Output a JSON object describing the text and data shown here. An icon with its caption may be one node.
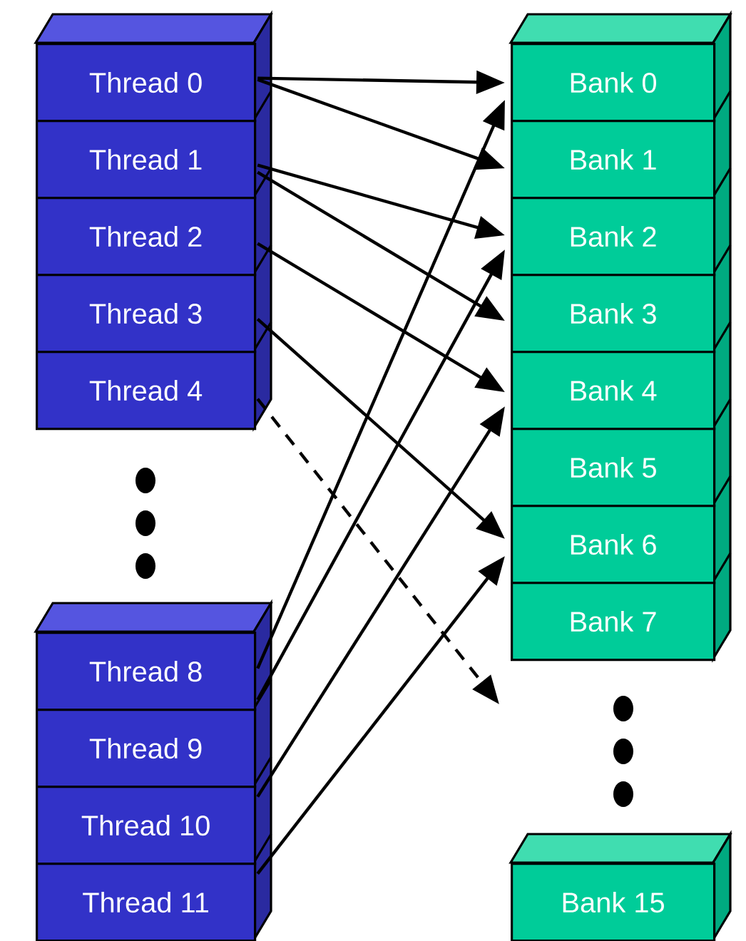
{
  "diagram": {
    "nodes": [
      {
        "text": [
          "Thread 0"
        ]
      },
      {
        "text": [
          "Thread 1"
        ]
      },
      {
        "text": [
          "Thread 2"
        ]
      },
      {
        "text": [
          "Thread 3"
        ]
      },
      {
        "text": [
          "Thread 4"
        ]
      },
      {
        "text": [
          "Thread 8"
        ]
      },
      {
        "text": [
          "Thread 9"
        ]
      },
      {
        "text": [
          "Thread 10"
        ]
      },
      {
        "text": [
          "Thread 11"
        ]
      },
      {
        "text": [
          "Bank 0"
        ]
      },
      {
        "text": [
          "Bank 1"
        ]
      },
      {
        "text": [
          "Bank 2"
        ]
      },
      {
        "text": [
          "Bank 3"
        ]
      },
      {
        "text": [
          "Bank 4"
        ]
      },
      {
        "text": [
          "Bank 5"
        ]
      },
      {
        "text": [
          "Bank 6"
        ]
      },
      {
        "text": [
          "Bank 7"
        ]
      },
      {
        "text": [
          "Bank 15"
        ]
      }
    ],
    "edges": [
      {
        "from": 0,
        "to": 9,
        "arrow": "to"
      },
      {
        "from": 0,
        "to": 10,
        "arrow": "to"
      },
      {
        "from": 1,
        "to": 11,
        "arrow": "to"
      },
      {
        "from": 1,
        "to": 12,
        "arrow": "to"
      },
      {
        "from": 2,
        "to": 13,
        "arrow": "to"
      },
      {
        "from": 3,
        "to": 15,
        "arrow": "to"
      },
      {
        "from": 4,
        "to": null,
        "arrow": "to",
        "style": "dashed"
      },
      {
        "from": 5,
        "to": 9,
        "arrow": "to"
      },
      {
        "from": 6,
        "to": 11,
        "arrow": "to"
      },
      {
        "from": 7,
        "to": 13,
        "arrow": "to"
      },
      {
        "from": 8,
        "to": 15,
        "arrow": "to"
      }
    ]
  }
}
